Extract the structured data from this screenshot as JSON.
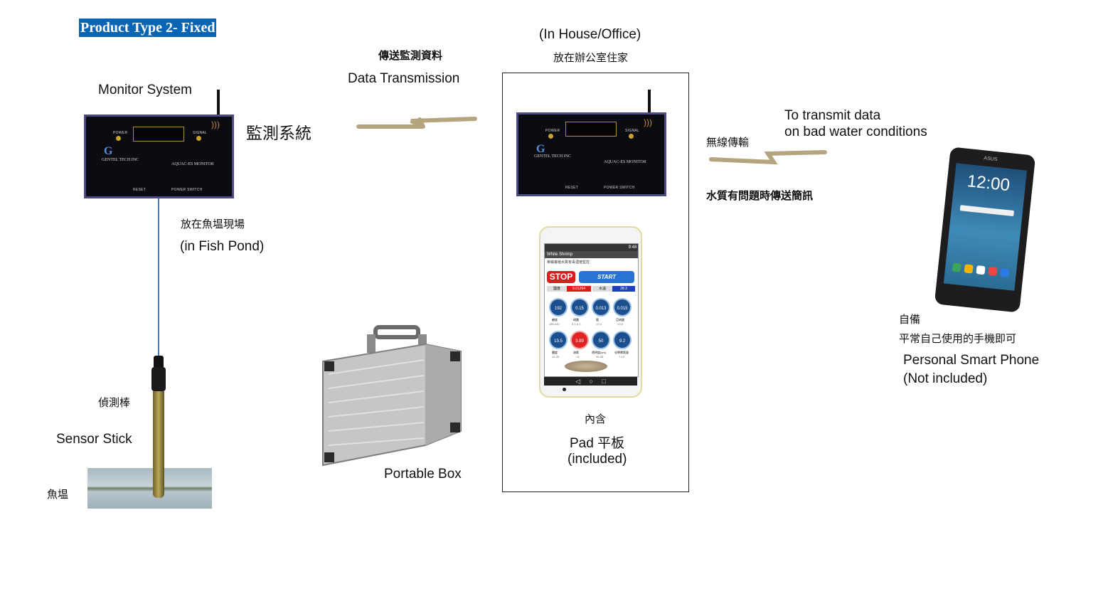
{
  "title": "Product Type 2- Fixed",
  "labels": {
    "monitor_system": "Monitor System",
    "monitor_cn": "監測系統",
    "fish_pond_cn": "放在魚塭現場",
    "fish_pond_en": "(in Fish Pond)",
    "sensor_cn": "偵測棒",
    "sensor_en": "Sensor Stick",
    "pond_cn": "魚塭",
    "transmit_cn": "傳送監測資料",
    "transmit_en": "Data Transmission",
    "portable_box": "Portable Box",
    "house_en": "(In House/Office)",
    "house_cn": "放在辦公室住家",
    "included_cn": "內含",
    "pad": "Pad 平板",
    "included_en": "(included)",
    "wireless_cn": "無線傳輸",
    "transmit_line1": "To transmit data",
    "transmit_line2": "on bad water conditions",
    "sms_cn": "水質有問題時傳送簡訊",
    "own_cn": "自備",
    "own_phone_cn": "平常自己使用的手機即可",
    "phone_en": "Personal Smart Phone",
    "not_included": "(Not included)"
  },
  "device": {
    "power": "POWER",
    "signal": "SIGNAL",
    "brand": "GENTEL TECH INC",
    "model": "AQUAC-ES MONITOR",
    "reset": "RESET",
    "power_switch": "POWER SWITCH"
  },
  "tablet": {
    "time": "9:48",
    "app": "White Shrimp",
    "subtitle": "單蝦養殖水質有毒濃度監控",
    "stop": "STOP",
    "start": "START",
    "status_left_label": "鹽度",
    "status_left_value": "9.01264",
    "status_right_label": "水溫",
    "status_right_value": "28.3",
    "row1": [
      {
        "value": "192",
        "name": "鹼度",
        "range": "180-240"
      },
      {
        "value": "0.15",
        "name": "硝酸",
        "range": "0.1-0.3"
      },
      {
        "value": "0.013",
        "name": "氨",
        "range": "<0.4"
      },
      {
        "value": "0.015",
        "name": "亞硝酸",
        "range": "<0.5"
      }
    ],
    "row2": [
      {
        "value": "13.5",
        "name": "鹽度",
        "range": "12-25"
      },
      {
        "value": "3.89",
        "name": "溶氧",
        "range": ">4"
      },
      {
        "value": "50",
        "name": "透明度(cm)",
        "range": "30-45"
      },
      {
        "value": "9.2",
        "name": "化學需氧量",
        "range": "7-10"
      }
    ]
  },
  "phone": {
    "brand": "ASUS",
    "time": "12:00"
  },
  "colors": {
    "title_bg": "#0a64b4",
    "wave": "#b5a57e",
    "wire": "#3c7fc9",
    "device_border": "#4b4a85"
  }
}
